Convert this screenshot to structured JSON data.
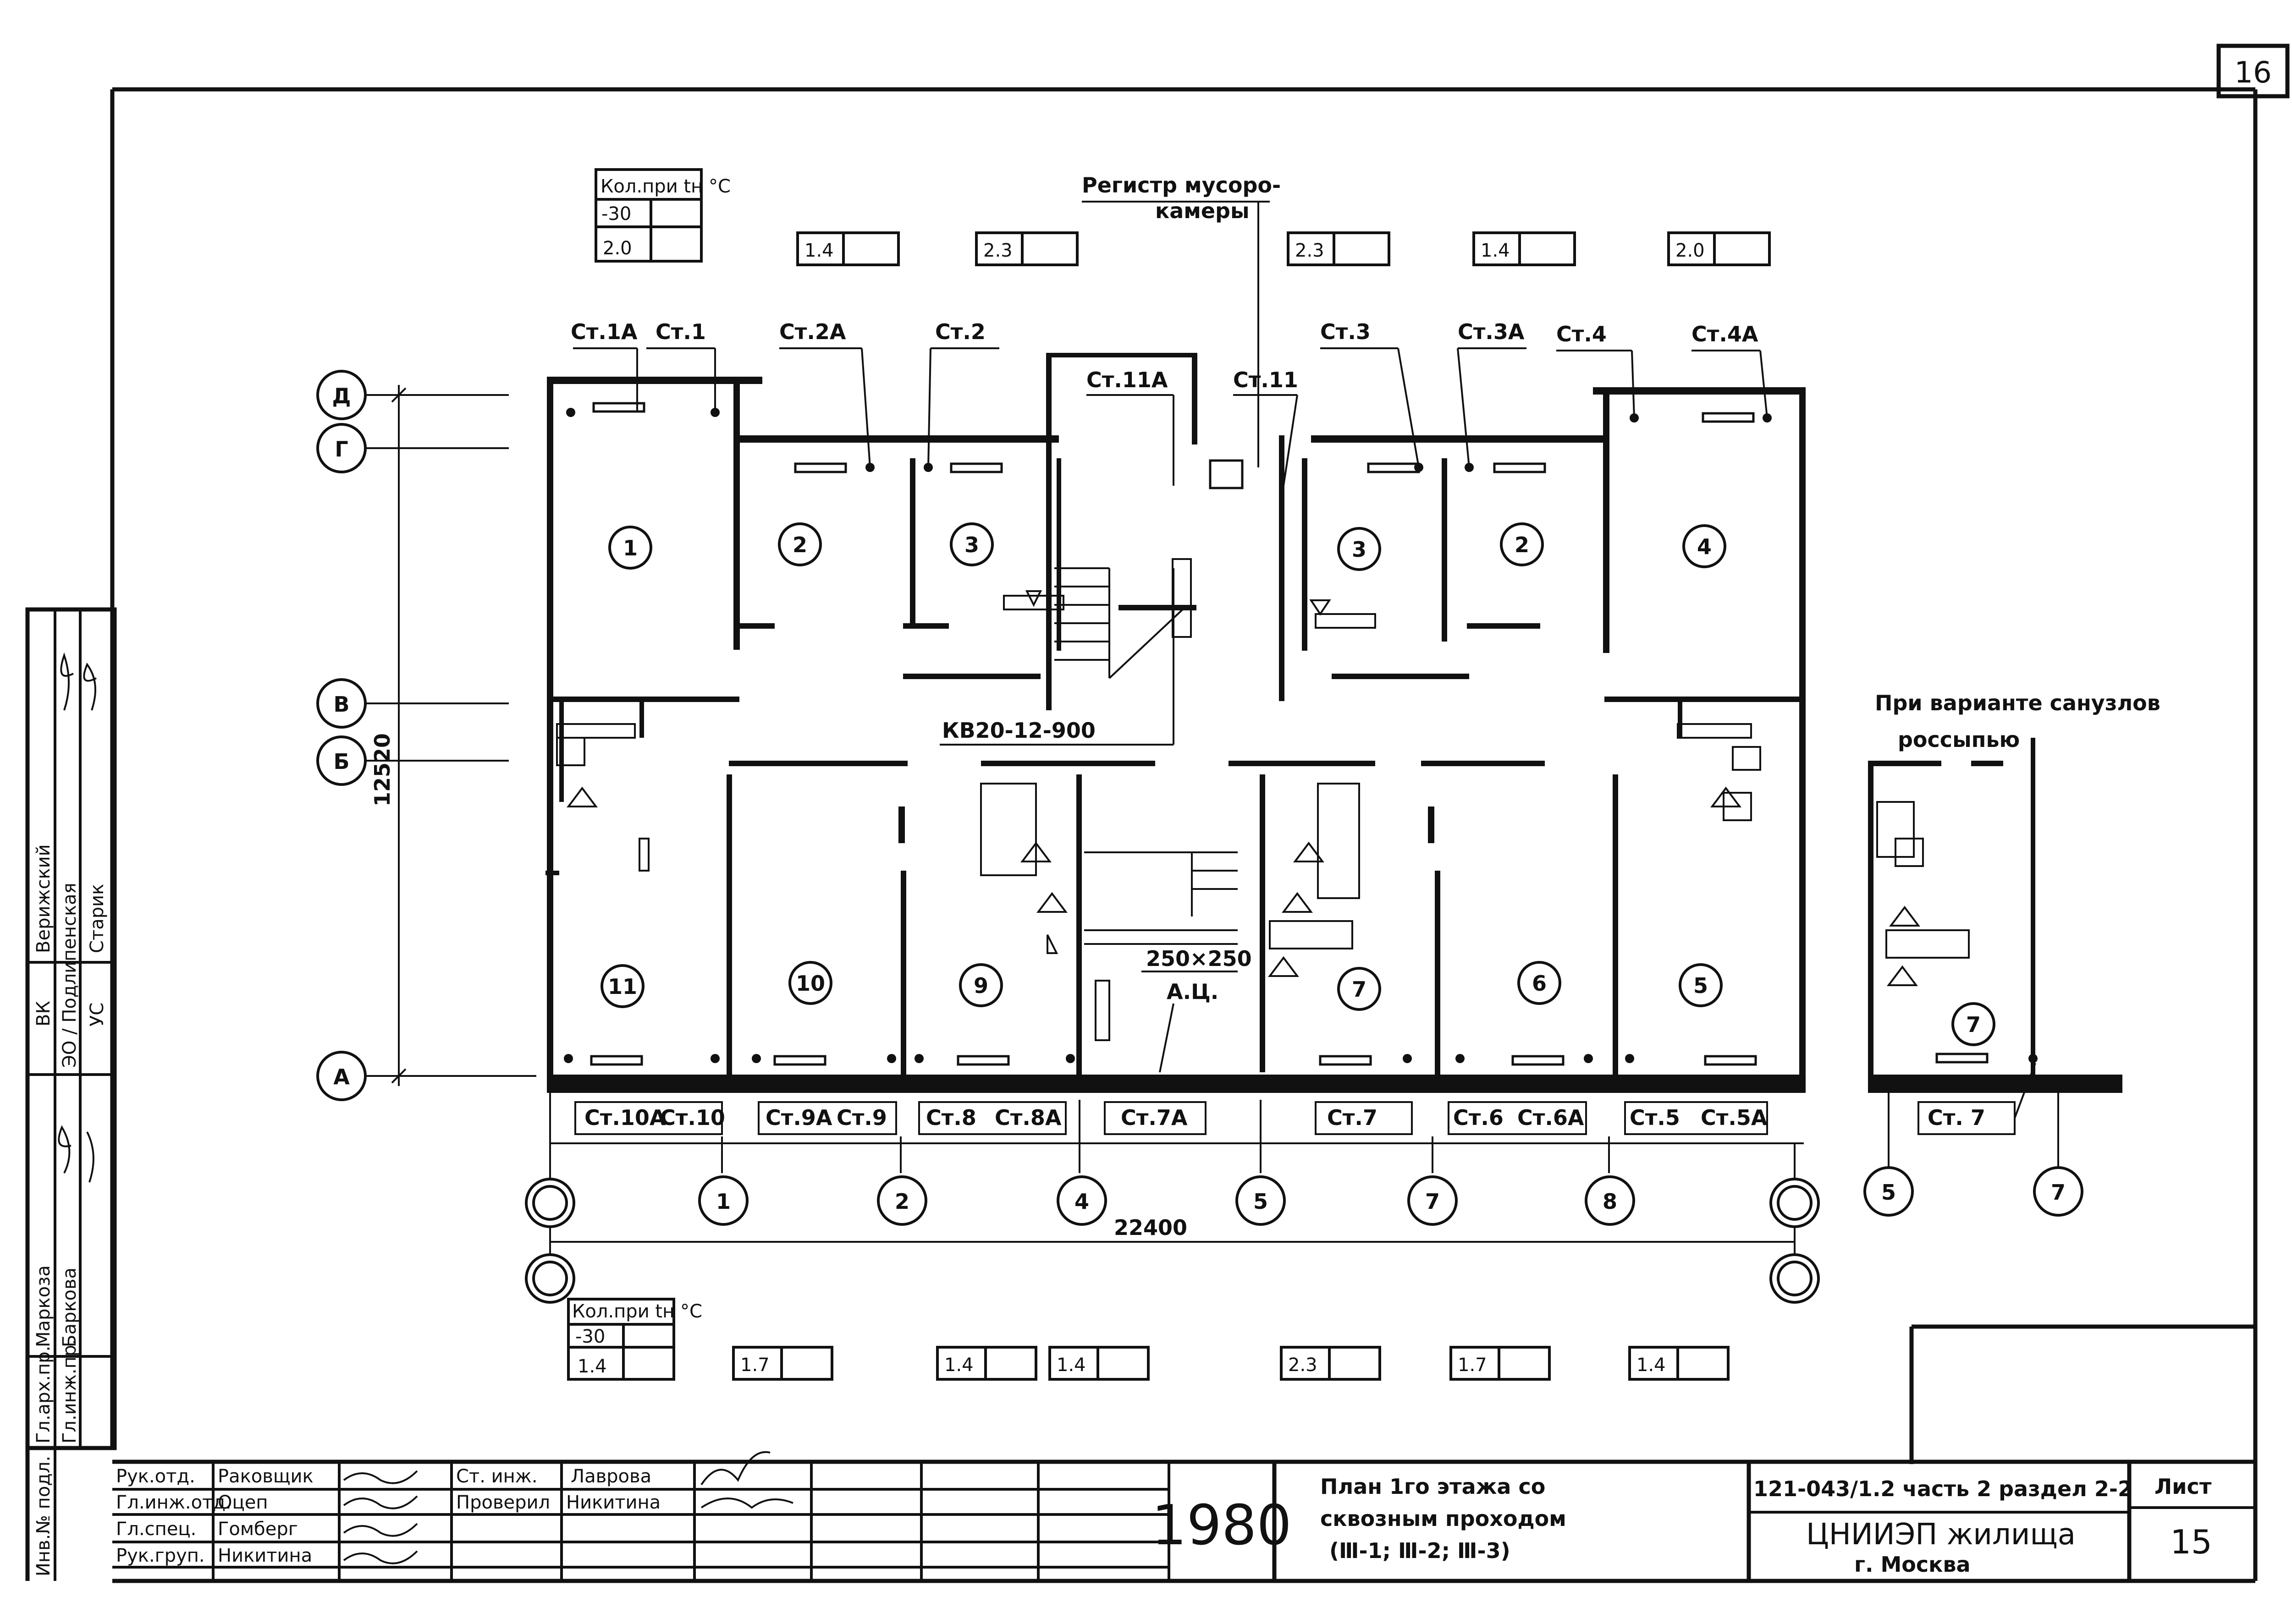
{
  "sheet_corner": "16",
  "heat_table_top": {
    "header": "Кол.при tн °C",
    "row1": "-30",
    "row2": "2.0"
  },
  "heat_table_bottom": {
    "header": "Кол.при tн °C",
    "row1": "-30",
    "row2": "1.4"
  },
  "top_values": [
    "1.4",
    "2.3",
    "2.3",
    "1.4",
    "2.0"
  ],
  "bottom_values": [
    "1.7",
    "1.4",
    "1.4",
    "2.3",
    "1.7",
    "1.4"
  ],
  "register_label": "Регистр мусоро-камеры",
  "risers_top": [
    "Ст.1А",
    "Ст.1",
    "Ст.2А",
    "Ст.2",
    "Ст.11А",
    "Ст.11",
    "Ст.3",
    "Ст.3А",
    "Ст.4",
    "Ст.4А"
  ],
  "risers_bottom": [
    "Ст.10А",
    "Ст.10",
    "Ст.9А",
    "Ст.9",
    "Ст.8",
    "Ст.8А",
    "Ст.7А",
    "Ст.7",
    "Ст.6",
    "Ст.6А",
    "Ст.5",
    "Ст.5А"
  ],
  "axes_letters": [
    "Д",
    "Г",
    "В",
    "Б",
    "А"
  ],
  "axes_numbers": [
    "1",
    "2",
    "4",
    "5",
    "7",
    "8"
  ],
  "rooms_top": [
    "1",
    "2",
    "3",
    "3",
    "2",
    "4"
  ],
  "rooms_bottom": [
    "11",
    "10",
    "9",
    "7",
    "6",
    "5"
  ],
  "dimension_vertical": "12520",
  "dimension_horizontal": "22400",
  "duct_label": "КВ20-12-900",
  "vent_size": "250×250",
  "vent_label": "А.Ц.",
  "variant_title": "При варианте санузлов россыпью",
  "variant_room": "7",
  "variant_riser": "Ст. 7",
  "variant_axes": [
    "5",
    "7"
  ],
  "left_stamp": [
    {
      "role": "ВК",
      "name": "Верижский"
    },
    {
      "role": "ЭО / Подлипенская",
      "name": ""
    },
    {
      "role": "УС",
      "name": "Старик"
    },
    {
      "role": "Гл.арх.пр.",
      "name": "Маркоза"
    },
    {
      "role": "Гл.инж.пр.",
      "name": "Баркова"
    },
    {
      "role": "Инв.№ подл.",
      "name": ""
    }
  ],
  "titleblock": {
    "rows": [
      {
        "role": "Рук.отд.",
        "name": "Раковщик"
      },
      {
        "role": "Гл.инж.отд.",
        "name": "Оцеп"
      },
      {
        "role": "Гл.спец.",
        "name": "Гомберг"
      },
      {
        "role": "Рук.груп.",
        "name": "Никитина"
      }
    ],
    "rows2": [
      {
        "role": "Ст. инж.",
        "name": "Лаврова"
      },
      {
        "role": "Проверил",
        "name": "Никитина"
      }
    ],
    "year": "1980",
    "title_line1": "План 1го этажа со",
    "title_line2": "сквозным проходом",
    "title_line3": "(Ⅲ-1; Ⅲ-2; Ⅲ-3)",
    "project": "121-043/1.2 часть 2 раздел 2-2",
    "org": "ЦНИИЭП жилища",
    "city": "г. Москва",
    "sheet_label": "Лист",
    "sheet_number": "15"
  }
}
